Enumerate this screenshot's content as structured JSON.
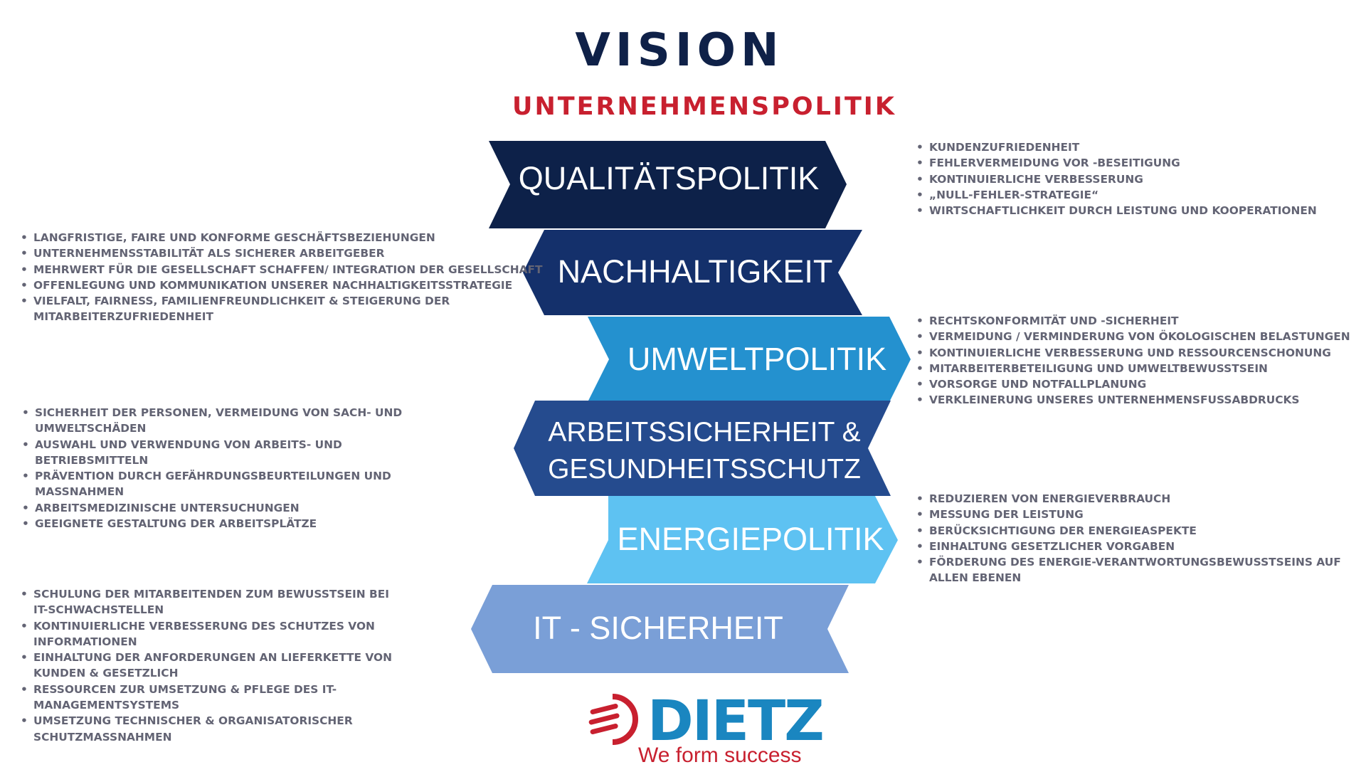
{
  "title": "VISION",
  "subtitle": "UNTERNEHMENSPOLITIK",
  "colors": {
    "navy": "#0f2148",
    "red": "#c8202f",
    "text_gray": "#636474",
    "logo_blue": "#1a86c0"
  },
  "chevrons": [
    {
      "label": "QUALITÄTSPOLITIK",
      "color": "#0d2149"
    },
    {
      "label": "NACHHALTIGKEIT",
      "color": "#14306b"
    },
    {
      "label": "UMWELTPOLITIK",
      "color": "#2491cf"
    },
    {
      "label_line1": "ARBEITSSICHERHEIT &",
      "label_line2": "GESUNDHEITSSCHUTZ",
      "color": "#254b8e"
    },
    {
      "label": "ENERGIEPOLITIK",
      "color": "#5ec2f2"
    },
    {
      "label": "IT - SICHERHEIT",
      "color": "#7a9fd7"
    }
  ],
  "bullet_groups": {
    "qualitaet": [
      "KUNDENZUFRIEDENHEIT",
      "FEHLERVERMEIDUNG VOR -BESEITIGUNG",
      "KONTINUIERLICHE VERBESSERUNG",
      "„NULL-FEHLER-STRATEGIE“",
      "WIRTSCHAFTLICHKEIT DURCH LEISTUNG UND KOOPERATIONEN"
    ],
    "nachhaltigkeit": [
      "LANGFRISTIGE, FAIRE UND KONFORME GESCHÄFTSBEZIEHUNGEN",
      "UNTERNEHMENSSTABILITÄT ALS SICHERER ARBEITGEBER",
      "MEHRWERT FÜR DIE GESELLSCHAFT SCHAFFEN/ INTEGRATION DER GESELLSCHAFT",
      "OFFENLEGUNG UND KOMMUNIKATION UNSERER NACHHALTIGKEITSSTRATEGIE",
      "VIELFALT, FAIRNESS, FAMILIENFREUNDLICHKEIT & STEIGERUNG DER MITARBEITERZUFRIEDENHEIT"
    ],
    "umwelt": [
      "RECHTSKONFORMITÄT UND -SICHERHEIT",
      "VERMEIDUNG / VERMINDERUNG VON ÖKOLOGISCHEN BELASTUNGEN",
      "KONTINUIERLICHE VERBESSERUNG UND RESSOURCENSCHONUNG",
      "MITARBEITERBETEILIGUNG UND UMWELTBEWUSSTSEIN",
      "VORSORGE UND NOTFALLPLANUNG",
      "VERKLEINERUNG UNSERES UNTERNEHMENSFUSSABDRUCKS"
    ],
    "arbeitssicherheit": [
      "SICHERHEIT DER PERSONEN, VERMEIDUNG VON SACH- UND UMWELTSCHÄDEN",
      "AUSWAHL UND VERWENDUNG VON ARBEITS- UND BETRIEBSMITTELN",
      "PRÄVENTION DURCH GEFÄHRDUNGSBEURTEILUNGEN UND MASSNAHMEN",
      "ARBEITSMEDIZINISCHE UNTERSUCHUNGEN",
      "GEEIGNETE GESTALTUNG DER ARBEITSPLÄTZE"
    ],
    "energie": [
      "REDUZIEREN VON ENERGIEVERBRAUCH",
      "MESSUNG DER LEISTUNG",
      "BERÜCKSICHTIGUNG DER ENERGIEASPEKTE",
      "EINHALTUNG GESETZLICHER VORGABEN",
      "FÖRDERUNG DES ENERGIE-VERANTWORTUNGSBEWUSSTSEINS AUF ALLEN EBENEN"
    ],
    "it": [
      "SCHULUNG DER MITARBEITENDEN ZUM BEWUSSTSEIN BEI IT-SCHWACHSTELLEN",
      "KONTINUIERLICHE VERBESSERUNG DES SCHUTZES VON INFORMATIONEN",
      "EINHALTUNG DER ANFORDERUNGEN AN LIEFERKETTE VON KUNDEN & GESETZLICH",
      "RESSOURCEN ZUR UMSETZUNG & PFLEGE DES IT-MANAGEMENTSYSTEMS",
      "UMSETZUNG TECHNISCHER & ORGANISATORISCHER SCHUTZMASSNAHMEN"
    ]
  },
  "logo": {
    "wordmark": "DIETZ",
    "tagline": "We form success",
    "mark_icon": "dietz-d-mark-icon"
  }
}
